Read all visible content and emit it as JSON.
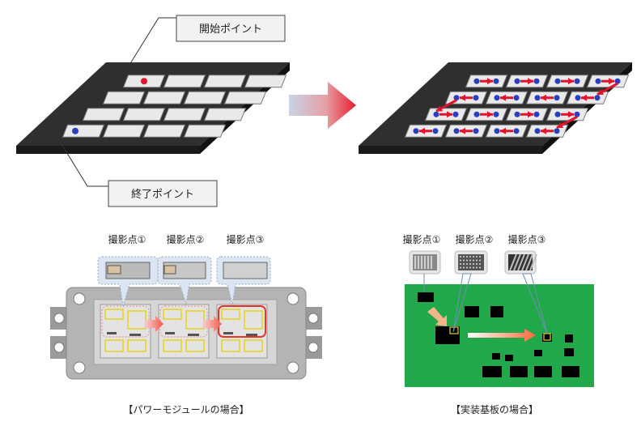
{
  "callouts": {
    "start": "開始ポイント",
    "end": "終了ポイント"
  },
  "power_module": {
    "points": [
      "撮影点①",
      "撮影点②",
      "撮影点③"
    ],
    "caption": "【パワーモジュールの場合】"
  },
  "pcb": {
    "points": [
      "撮影点①",
      "撮影点②",
      "撮影点③"
    ],
    "caption": "【実装基板の場合】"
  },
  "colors": {
    "tray": "#2f2f2f",
    "pocket": "#e9e9e9",
    "start_dot": "#e0142a",
    "dot": "#2a3fbf",
    "arrow": "#e0142a",
    "board": "#21a84a",
    "highlight": "#e8d21a"
  }
}
